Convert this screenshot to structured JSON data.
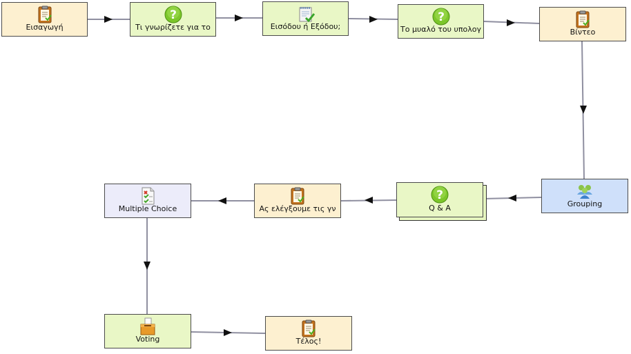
{
  "colors": {
    "paper": "#fdf0d0",
    "green": "#e9f7c6",
    "lavender": "#ececfa",
    "blue": "#cfe0fa",
    "wire": "#8f8fa0",
    "arrow": "#111111"
  },
  "nodes": [
    {
      "id": "n1",
      "label": "Εισαγωγή",
      "icon": "clipboard-icon",
      "fill": "paper"
    },
    {
      "id": "n2",
      "label": "Τι γνωρίζετε για το",
      "icon": "question-icon",
      "fill": "green"
    },
    {
      "id": "n3",
      "label": "Εισόδου ή Εξόδου;",
      "icon": "notepad-check-icon",
      "fill": "green"
    },
    {
      "id": "n4",
      "label": "Το μυαλό του υπολογ",
      "icon": "question-icon",
      "fill": "green"
    },
    {
      "id": "n5",
      "label": "Βίντεο",
      "icon": "clipboard-icon",
      "fill": "paper"
    },
    {
      "id": "n6",
      "label": "Grouping",
      "icon": "people-group-icon",
      "fill": "blue"
    },
    {
      "id": "n7",
      "label": "Q & A",
      "icon": "question-icon",
      "fill": "green"
    },
    {
      "id": "n8",
      "label": "Ας ελέγξουμε τις γν",
      "icon": "clipboard-icon",
      "fill": "paper"
    },
    {
      "id": "n9",
      "label": "Multiple Choice",
      "icon": "checklist-doc-icon",
      "fill": "lavender"
    },
    {
      "id": "n10",
      "label": "Voting",
      "icon": "ballot-box-icon",
      "fill": "green"
    },
    {
      "id": "n11",
      "label": "Τέλος!",
      "icon": "clipboard-icon",
      "fill": "paper"
    }
  ]
}
